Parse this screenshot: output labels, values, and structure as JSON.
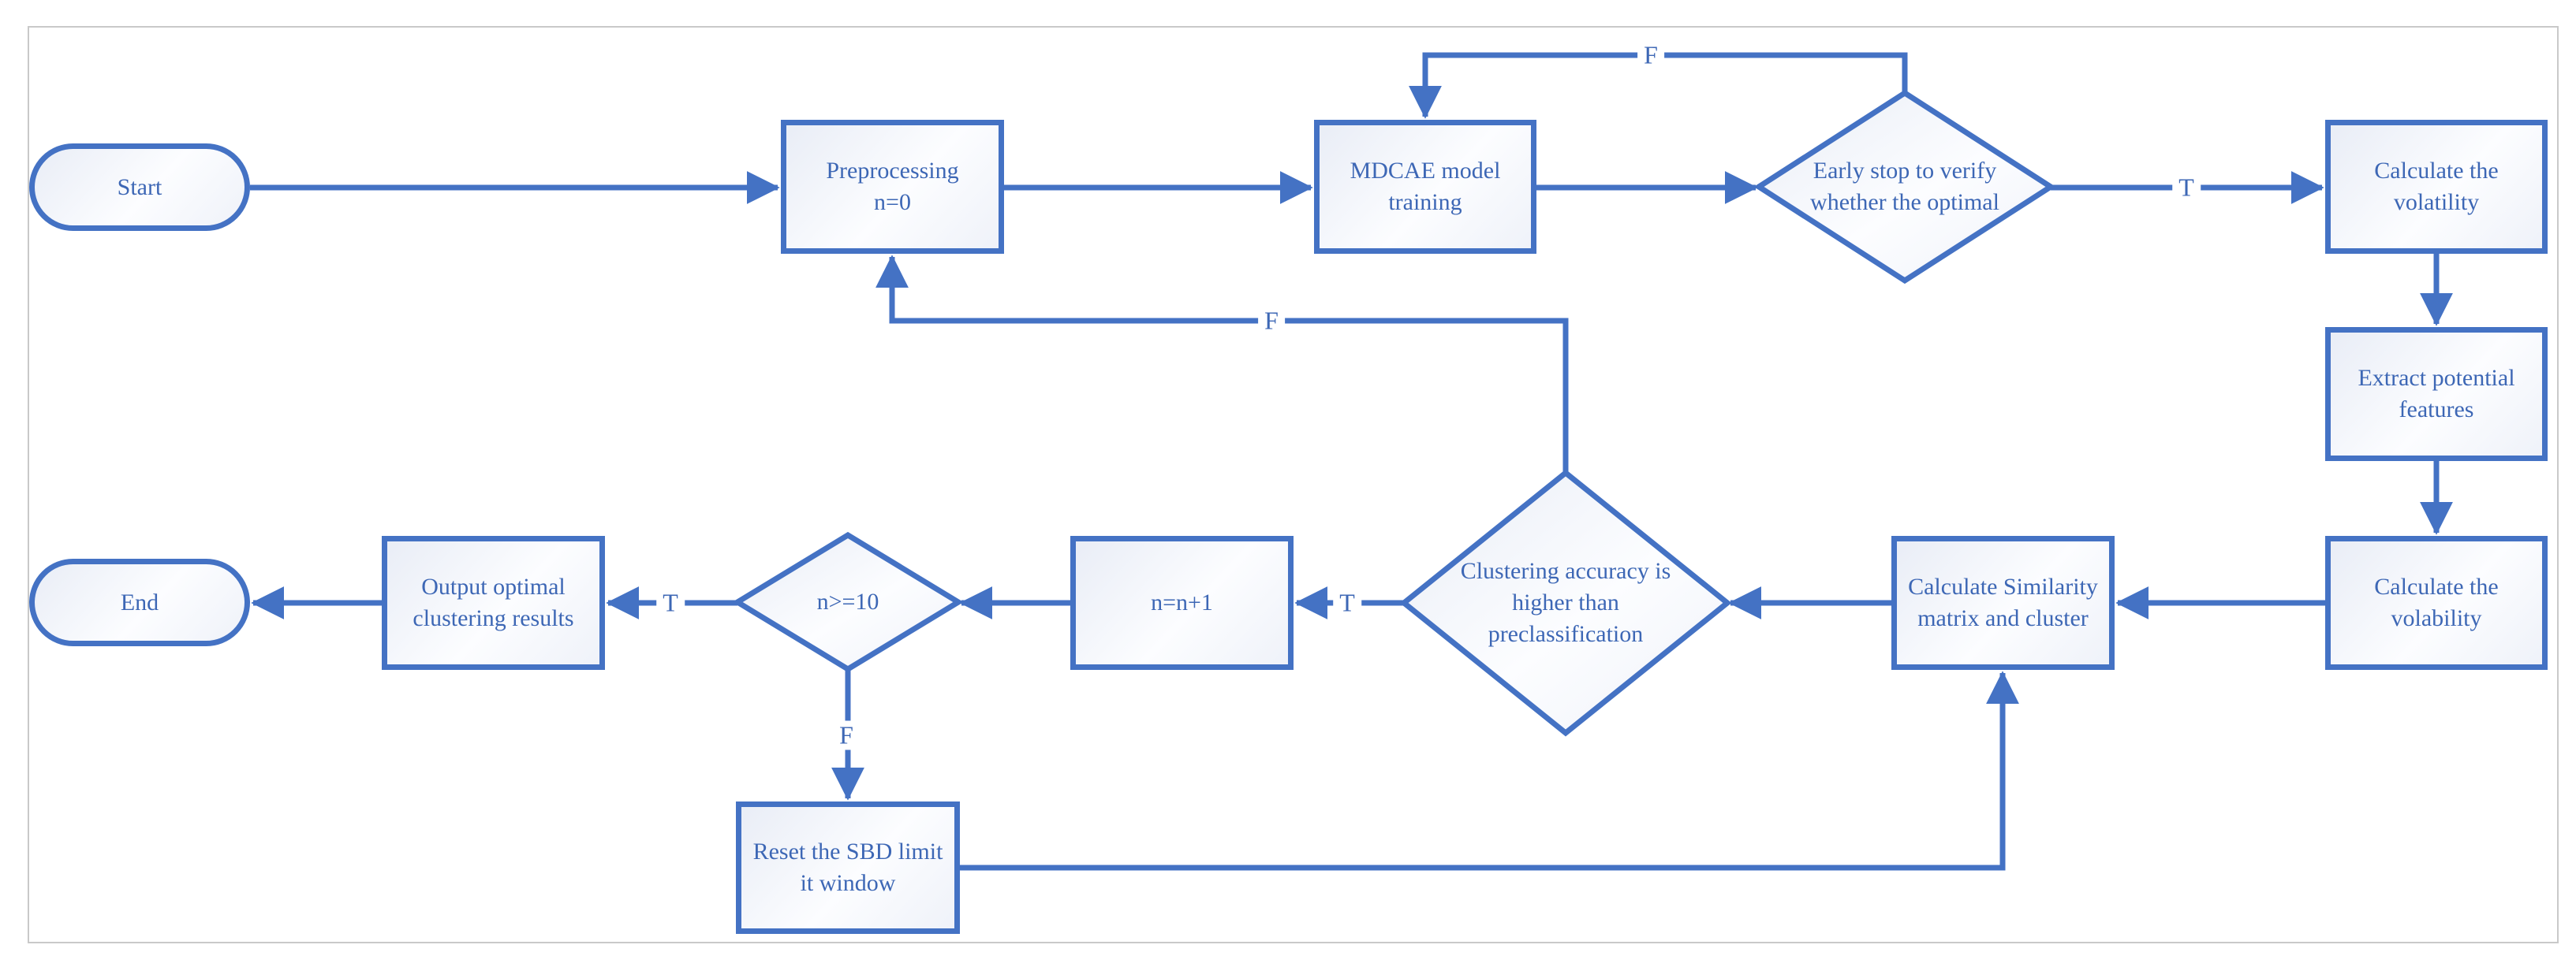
{
  "colors": {
    "accent": "#4472C4",
    "node_text": "#3D67B5",
    "canvas_border": "#C9C9C9",
    "node_fill_light": "#E9EDF6",
    "node_fill_white": "#FCFDFF"
  },
  "nodes": {
    "start": {
      "label": "Start",
      "shape": "terminator"
    },
    "preprocessing": {
      "label": "Preprocessing\nn=0",
      "shape": "process"
    },
    "mdcae_training": {
      "label": "MDCAE model\ntraining",
      "shape": "process"
    },
    "early_stop": {
      "label": "Early stop to verify\nwhether the optimal",
      "shape": "decision"
    },
    "calculate_volatility": {
      "label": "Calculate the\nvolatility",
      "shape": "process"
    },
    "extract_features": {
      "label": "Extract potential\nfeatures",
      "shape": "process"
    },
    "calculate_volability": {
      "label": "Calculate the\nvolability",
      "shape": "process"
    },
    "calculate_similarity": {
      "label": "Calculate Similarity\nmatrix and cluster",
      "shape": "process"
    },
    "clustering_accuracy": {
      "label": "Clustering accuracy is\nhigher than\npreclassification",
      "shape": "decision"
    },
    "n_increment": {
      "label": "n=n+1",
      "shape": "process"
    },
    "n_check": {
      "label": "n>=10",
      "shape": "decision"
    },
    "output_results": {
      "label": "Output optimal\nclustering results",
      "shape": "process"
    },
    "end": {
      "label": "End",
      "shape": "terminator"
    },
    "reset_sbd": {
      "label": "Reset the SBD limit\nit window",
      "shape": "process"
    }
  },
  "edge_labels": {
    "early_stop_false": "F",
    "early_stop_true": "T",
    "clustering_false": "F",
    "clustering_true": "T",
    "n_check_true": "T",
    "n_check_false": "F"
  }
}
